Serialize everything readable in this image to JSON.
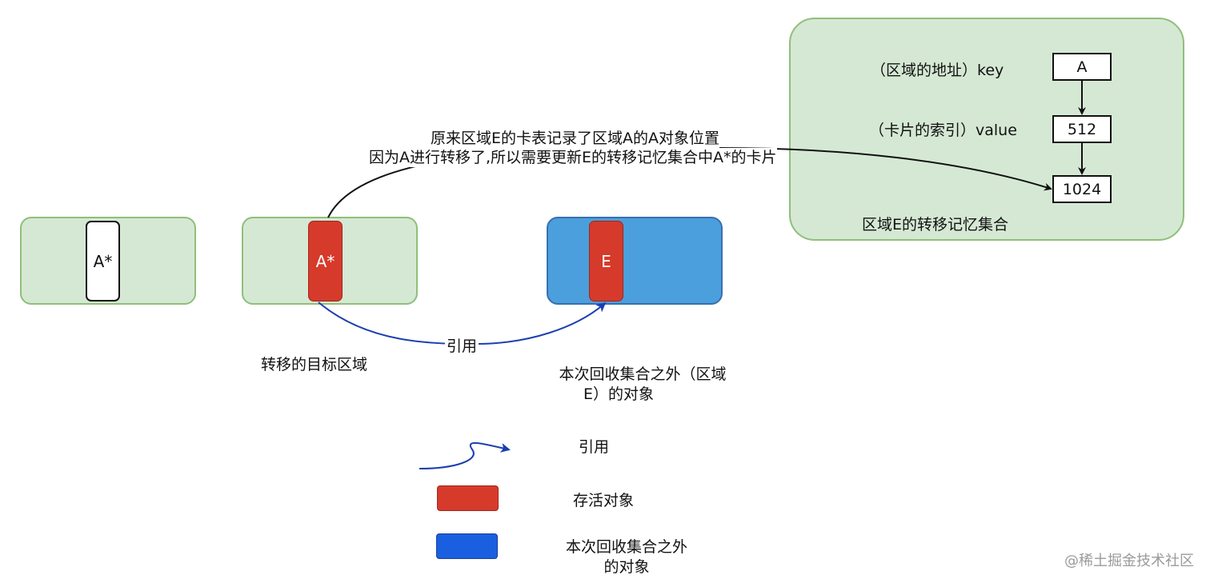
{
  "regions": {
    "region1": {
      "object_label": "A*"
    },
    "region2": {
      "object_label": "A*",
      "caption": "转移的目标区域"
    },
    "region3": {
      "object_label": "E",
      "caption_line1": "本次回收集合之外（区域",
      "caption_line2": "E）的对象"
    }
  },
  "remembered_set": {
    "title": "区域E的转移记忆集合",
    "key_label": "（区域的地址）key",
    "value_label": "（卡片的索引）value",
    "key": "A",
    "values": [
      "512",
      "1024"
    ]
  },
  "annotation": {
    "line1": "原来区域E的卡表记录了区域A的A对象位置",
    "line2": "因为A进行转移了,所以需要更新E的转移记忆集合中A*的卡片"
  },
  "reference_label": "引用",
  "legend": {
    "reference": "引用",
    "live_object": "存活对象",
    "outside_line1": "本次回收集合之外",
    "outside_line2": "的对象"
  },
  "watermark": "@稀土掘金技术社区",
  "colors": {
    "region_green": "#d5e8d4",
    "region_blue": "#4a9fdc",
    "live_red": "#d63a2b",
    "reference_blue": "#1c3fb0",
    "legend_blue": "#1a5fe0"
  }
}
